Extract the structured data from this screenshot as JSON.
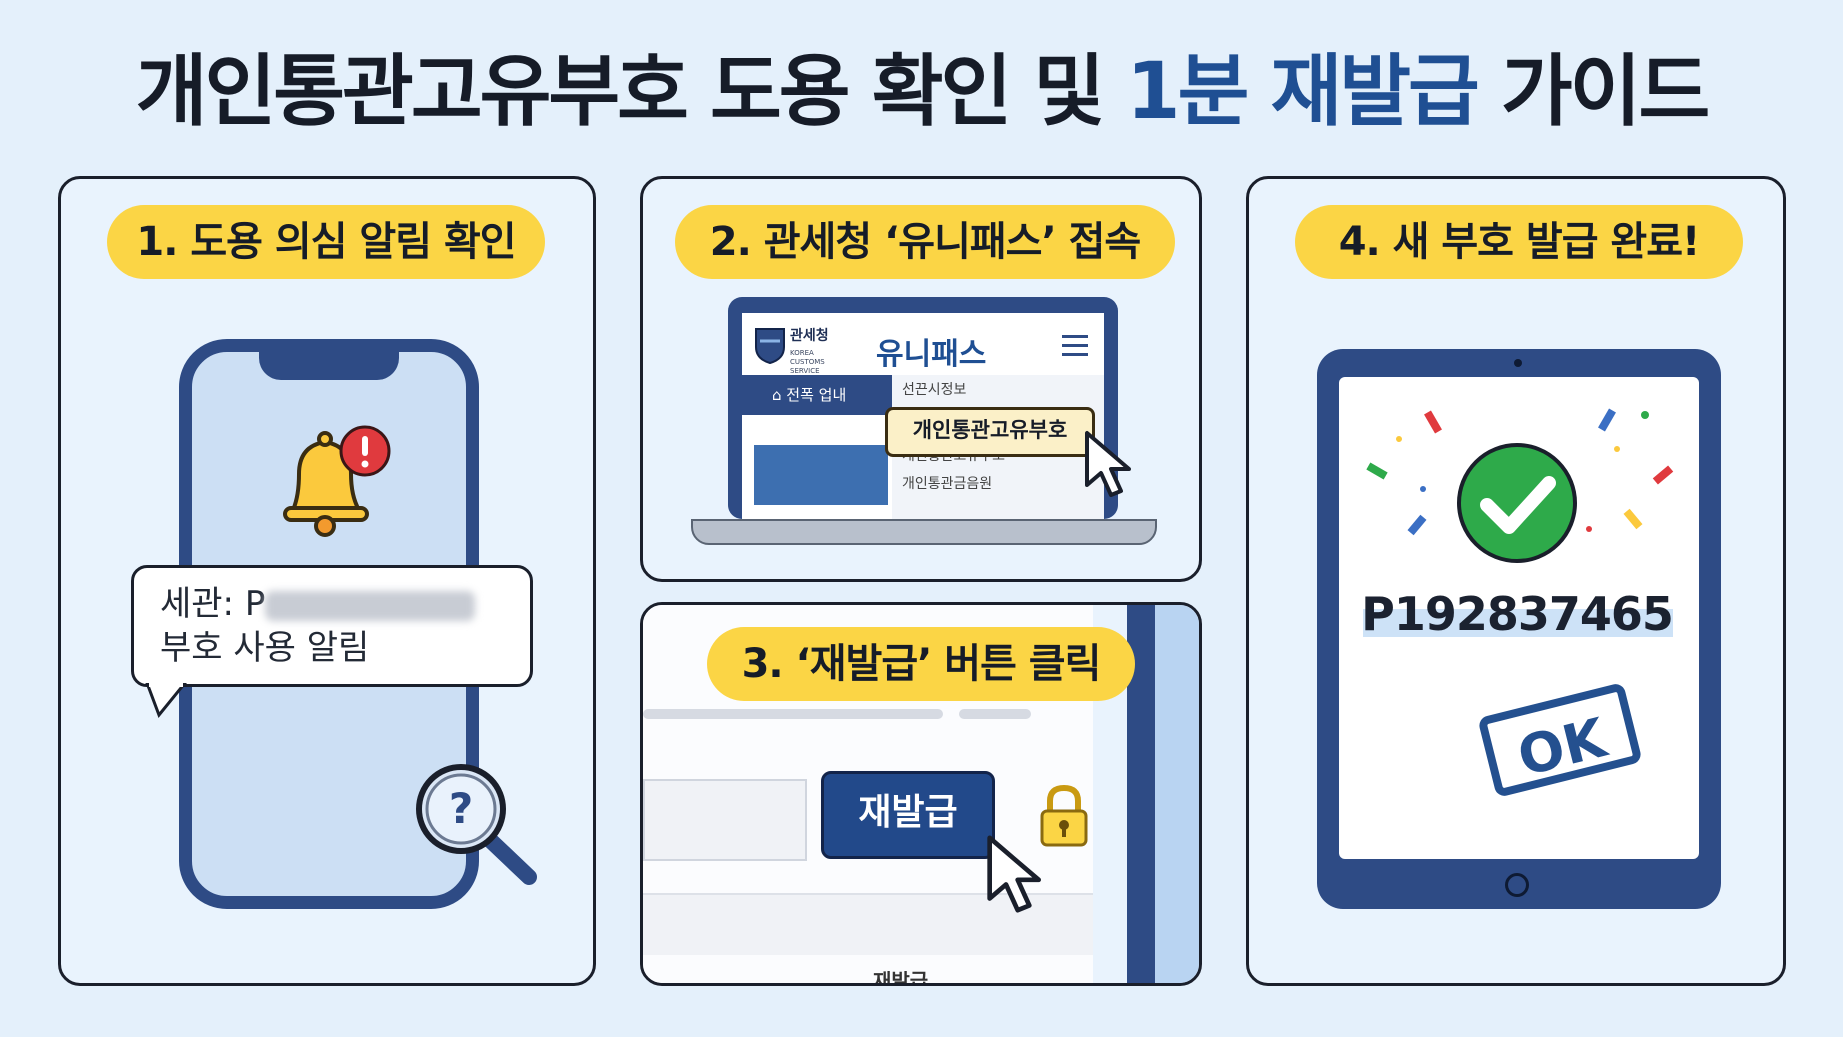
{
  "title": {
    "part1": "개인통관고유부호 도용 확인 및 ",
    "highlight": "1분 재발급",
    "part2": " 가이드"
  },
  "colors": {
    "background": "#e4f0fb",
    "accent": "#1f4f93",
    "pill": "#fbd545",
    "success": "#2eaa4a"
  },
  "step1": {
    "label": "1. 도용 의심 알림 확인",
    "message_line1": "세관: P",
    "message_line2": "부호 사용 알림",
    "icons": [
      "bell-icon",
      "alert-icon",
      "magnifier-question-icon"
    ]
  },
  "step2": {
    "label": "2. 관세청 ‘유니패스’ 접속",
    "agency": "관세청",
    "site_name": "유니패스",
    "nav": "전폭 업내",
    "menu_top": "선끈시정보",
    "callout": "개인통관고유부호",
    "menu_items": [
      "개인통관고유부호",
      "개인통관금음원"
    ]
  },
  "step3": {
    "label": "3. ‘재발급’ 버튼 클릭",
    "button": "재발급",
    "footer_text": "재발급"
  },
  "step4": {
    "label": "4. 새 부호 발급 완료!",
    "code": "P192837465",
    "stamp": "OK"
  }
}
